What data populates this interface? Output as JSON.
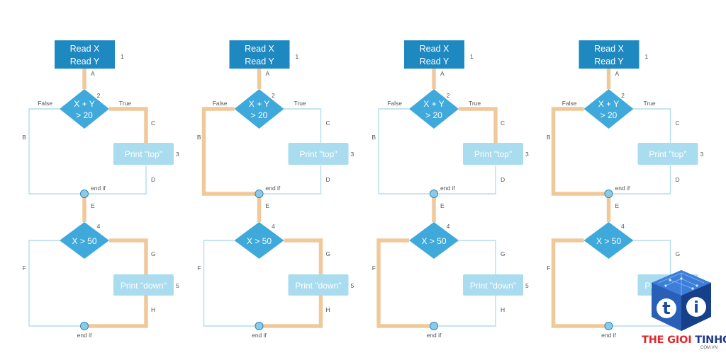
{
  "labels": {
    "read": [
      "Read X",
      "Read Y"
    ],
    "cond1": [
      "X + Y",
      "> 20"
    ],
    "cond2": "X > 50",
    "print_top": "Print \"top\"",
    "print_down": "Print \"down\"",
    "end_if": "end if",
    "false": "False",
    "true": "True",
    "step": [
      "1",
      "2",
      "3",
      "4",
      "5"
    ],
    "edges": [
      "A",
      "B",
      "C",
      "D",
      "E",
      "F",
      "G",
      "H"
    ]
  },
  "panels": [
    {
      "path": [
        "A",
        "C",
        "E",
        "G",
        "H"
      ]
    },
    {
      "path": [
        "A",
        "B",
        "E",
        "G",
        "H"
      ]
    },
    {
      "path": [
        "A",
        "C",
        "E",
        "F"
      ]
    },
    {
      "path": [
        "A",
        "B",
        "E",
        "F"
      ]
    }
  ],
  "colors": {
    "box_dark": "#1e88c0",
    "diamond": "#3fa9db",
    "box_light": "#a9dcef",
    "line": "#b4dcee",
    "highlight": "#f0c99a",
    "node_fill": "#8ccbe8",
    "node_stroke": "#2c86b8",
    "label": "#555555"
  },
  "watermark": {
    "name_part1": "THE GIOI",
    "name_part2": "TINHOC",
    "domain": ".COM.VN",
    "logo_letters": "ti"
  }
}
